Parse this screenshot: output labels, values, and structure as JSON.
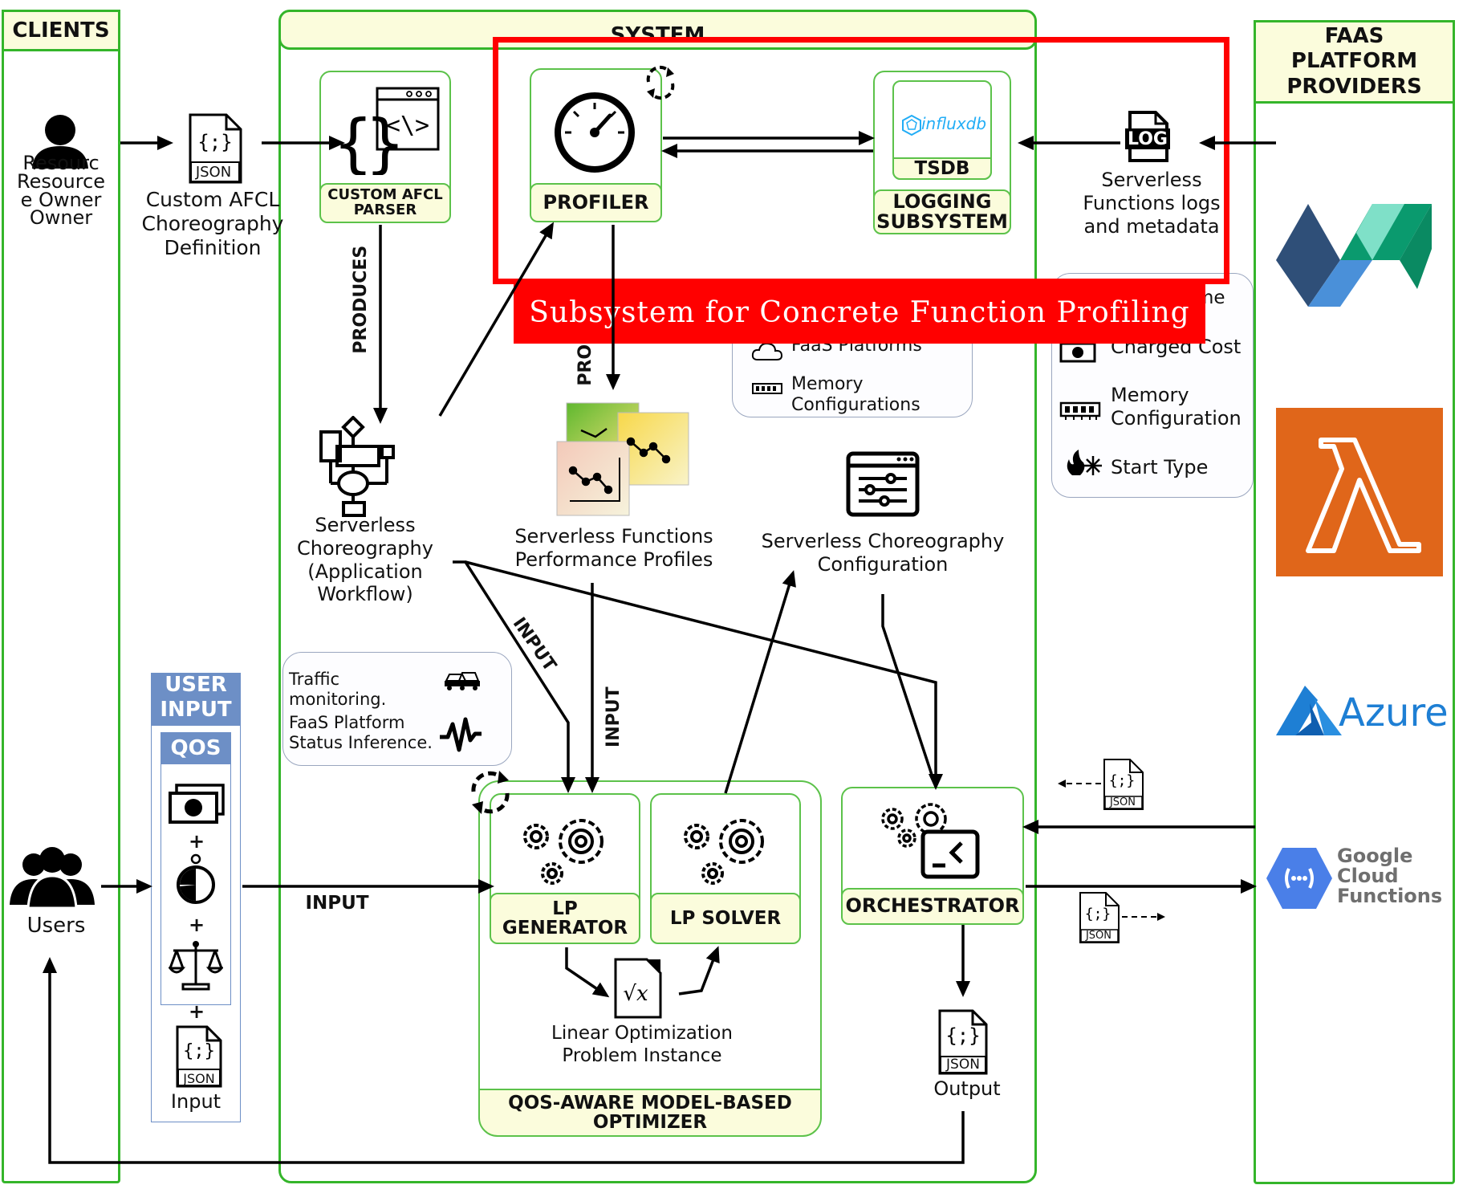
{
  "lanes": {
    "clients": "CLIENTS",
    "system": "SYSTEM",
    "providers": "FAAS\nPLATFORM\nPROVIDERS"
  },
  "clients": {
    "resource_owner": "Resourc\nResource\ne Owner\nOwner",
    "users": "Users"
  },
  "afcl": {
    "json": "JSON",
    "definition": "Custom AFCL\nChoreography\nDefinition",
    "parser": "CUSTOM AFCL\nPARSER",
    "produces": "PRODUCES"
  },
  "highlight": {
    "title": "Subsystem for Concrete Function Profiling",
    "color": "#ff0000"
  },
  "profiler": {
    "label": "PROFILER",
    "produces": "PRODUCES"
  },
  "logging": {
    "influx": "influxdb",
    "tsdb": "TSDB",
    "label": "LOGGING\nSUBSYSTEM"
  },
  "logs": {
    "badge": "LOG",
    "text": "Serverless\nFunctions logs\nand metadata"
  },
  "logs_bubble": {
    "items": [
      "me",
      "Charged Cost",
      "Memory\nConfiguration",
      "Start Type"
    ]
  },
  "profiles_bubble": {
    "items": [
      "FaaS Platforms",
      "Memory\nConfigurations"
    ]
  },
  "choreography": {
    "label": "Serverless\nChoreography\n(Application\nWorkflow)",
    "input1": "INPUT",
    "input2": "INPUT"
  },
  "profiles": {
    "label": "Serverless Functions\nPerformance Profiles"
  },
  "configuration": {
    "label": "Serverless Choreography\nConfiguration"
  },
  "traffic_bubble": {
    "line1": "Traffic monitoring.",
    "line2": "FaaS Platform\nStatus Inference."
  },
  "user_input": {
    "title": "USER\nINPUT",
    "qos": "QOS",
    "plus": "+",
    "json": "JSON",
    "input": "Input"
  },
  "main_input": "INPUT",
  "optimizer": {
    "lp_generator": "LP\nGENERATOR",
    "lp_solver": "LP SOLVER",
    "problem": "Linear Optimization\nProblem Instance",
    "label": "QOS-AWARE MODEL-BASED\nOPTIMIZER"
  },
  "orchestrator": {
    "label": "ORCHESTRATOR",
    "json": "JSON",
    "output": "Output"
  },
  "providers": {
    "azure": "Azure",
    "google": "Google\nCloud\nFunctions",
    "json": "JSON"
  },
  "colors": {
    "lane_border": "#34b52a",
    "band_fill": "#fbfcdc",
    "user_input_head": "#6d8fc6",
    "aws_orange": "#e0661a",
    "azure_blue": "#1e7fd4",
    "gcp_blue": "#4a7fe8"
  }
}
